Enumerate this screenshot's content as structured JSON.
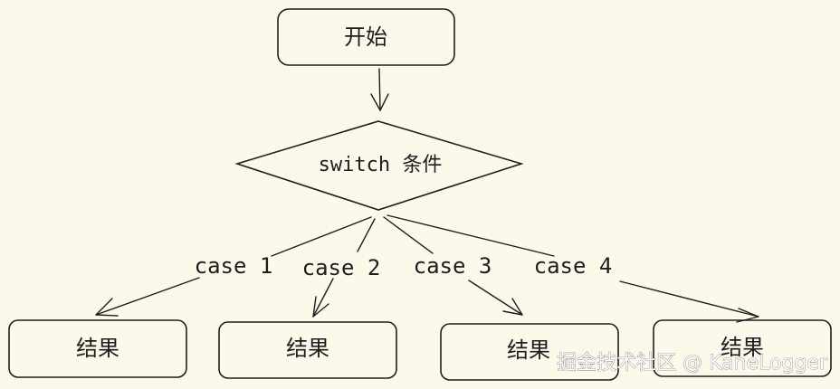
{
  "diagram": {
    "start_label": "开始",
    "condition_label": "switch 条件",
    "cases": [
      {
        "label": "case 1",
        "result": "结果"
      },
      {
        "label": "case 2",
        "result": "结果"
      },
      {
        "label": "case 3",
        "result": "结果"
      },
      {
        "label": "case 4",
        "result": "结果"
      }
    ]
  },
  "watermark": "掘金技术社区 @ KaneLogger"
}
